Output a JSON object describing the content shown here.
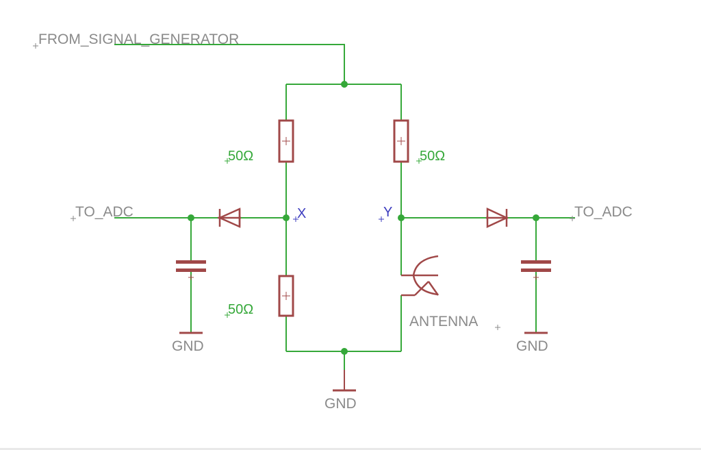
{
  "labels": {
    "from_signal_generator": "FROM_SIGNAL_GENERATOR",
    "to_adc": "TO_ADC",
    "gnd": "GND",
    "antenna": "ANTENNA",
    "node_x": "X",
    "node_y": "Y",
    "resistor_value": "50Ω"
  },
  "colors": {
    "wire": "#35a839",
    "component": "#a04848",
    "label_gray": "#8a8a8a",
    "label_green": "#35a839",
    "label_blue": "#3d3dbf"
  },
  "icons": {
    "resistor": "resistor-symbol",
    "diode": "diode-symbol",
    "capacitor": "capacitor-symbol",
    "ground": "ground-symbol",
    "antenna": "antenna-symbol",
    "junction": "junction-dot"
  }
}
